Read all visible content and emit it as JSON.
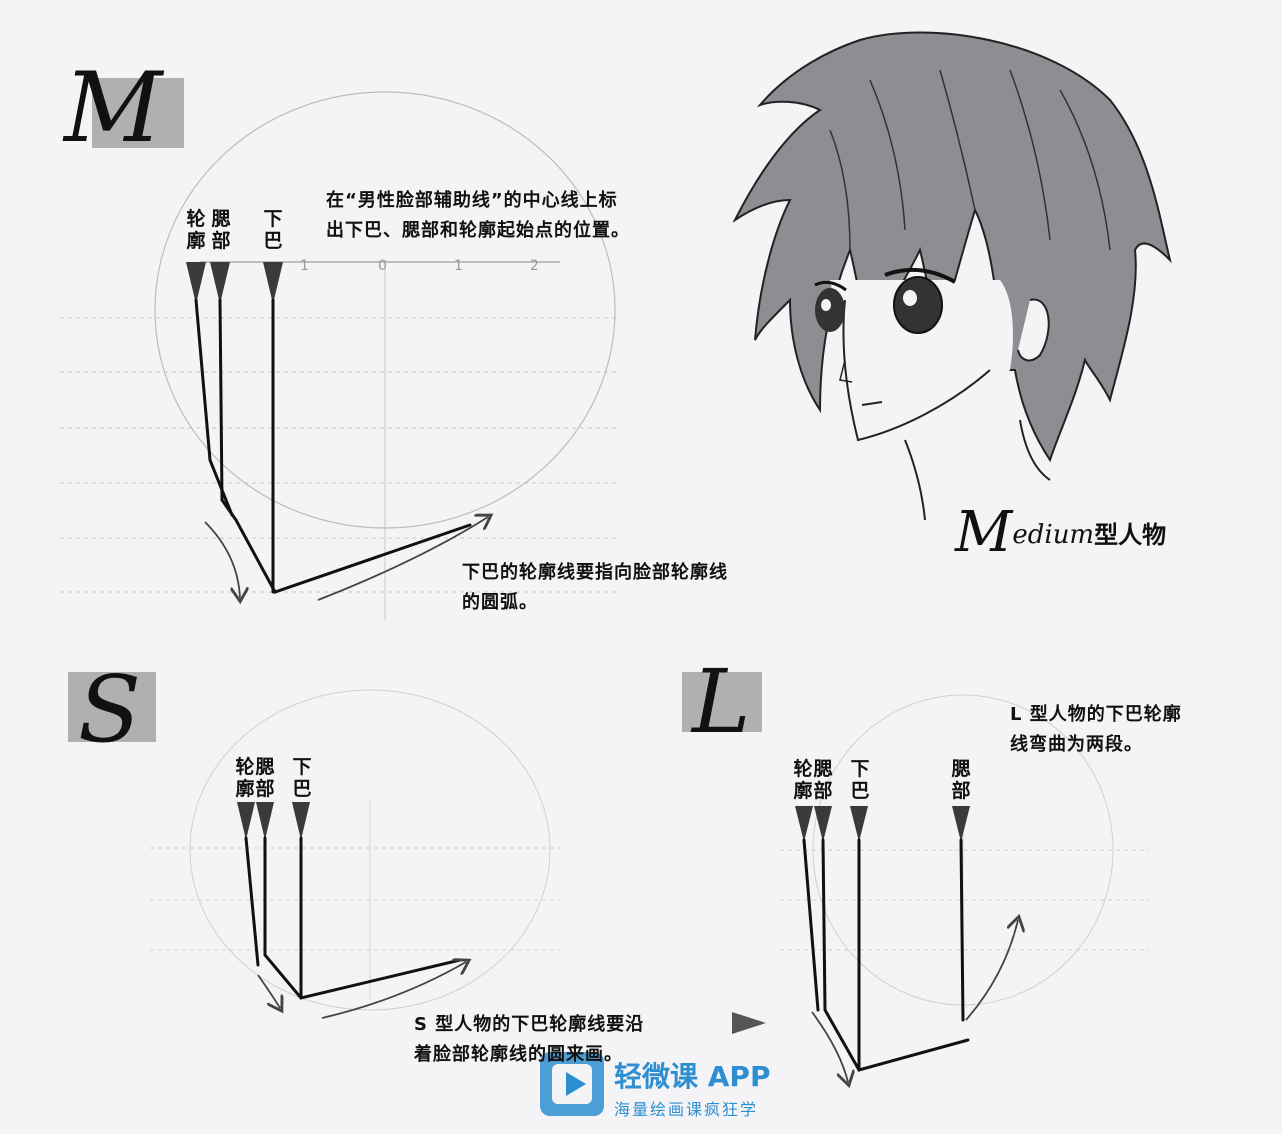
{
  "section_m": {
    "letter": "M",
    "labels": {
      "contour": "轮廓",
      "cheek": "腮部",
      "chin": "下巴"
    },
    "note_top": "在“男性脸部辅助线”的中心线上标出下巴、腮部和轮廓起始点的位置。",
    "note_top_line1": "在“男性脸部辅助线”的中心线上标",
    "note_top_line2": "出下巴、腮部和轮廓起始点的位置。",
    "note_bottom_line1": "下巴的轮廓线要指向脸部轮廓线",
    "note_bottom_line2": "的圆弧。",
    "ticks": [
      "1",
      "0",
      "1",
      "2"
    ]
  },
  "medium_caption": {
    "script": "M",
    "text": "edium",
    "cn": "型人物"
  },
  "section_s": {
    "letter": "S",
    "labels": {
      "contour": "轮廓",
      "cheek": "腮部",
      "chin": "下巴"
    },
    "note_line1": "S 型人物的下巴轮廓线要沿",
    "note_line2": "着脸部轮廓线的圆来画。"
  },
  "section_l": {
    "letter": "L",
    "labels": {
      "contour": "轮廓",
      "cheek": "腮部",
      "chin": "下巴",
      "cheek2": "腮部"
    },
    "note_line1": "L 型人物的下巴轮廓",
    "note_line2": "线弯曲为两段。"
  },
  "watermark": {
    "title": "轻微课 APP",
    "subtitle": "海量绘画课疯狂学",
    "color": "#2e8fd0"
  }
}
